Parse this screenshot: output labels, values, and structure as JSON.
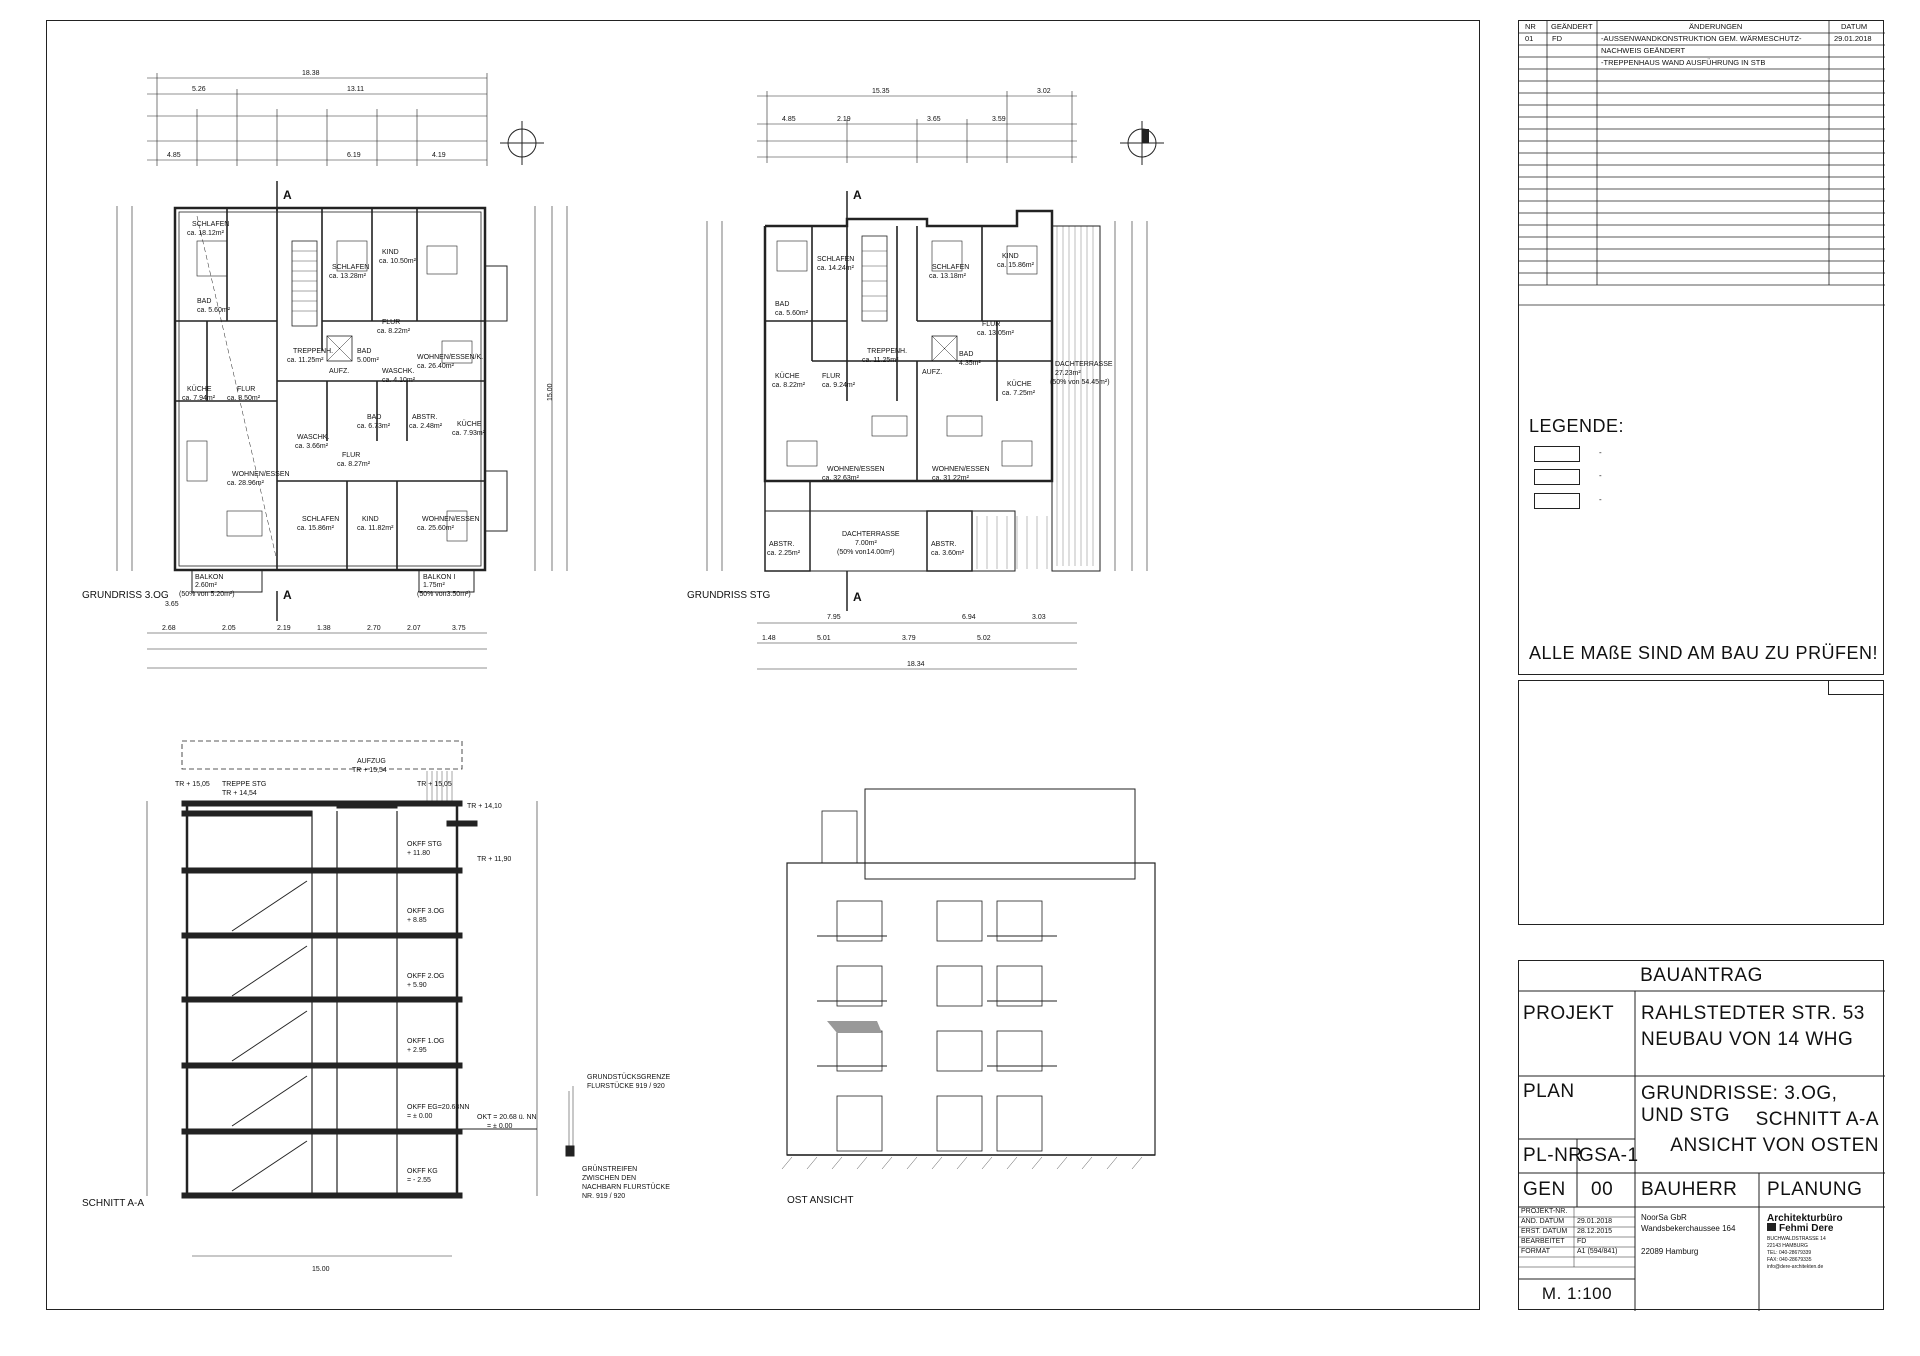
{
  "revisions": {
    "headers": [
      "NR",
      "GEÄNDERT",
      "ÄNDERUNGEN",
      "DATUM"
    ],
    "rows": [
      {
        "nr": "01",
        "by": "FD",
        "text": "-AUSSENWANDKONSTRUKTION GEM. WÄRMESCHUTZ-",
        "date": "29.01.2018"
      },
      {
        "nr": "",
        "by": "",
        "text": "NACHWEIS GEÄNDERT",
        "date": ""
      },
      {
        "nr": "",
        "by": "",
        "text": "-TREPPENHAUS WAND AUSFÜHRUNG IN STB",
        "date": ""
      }
    ]
  },
  "legend": {
    "title": "LEGENDE:",
    "items": [
      "-",
      "-",
      "-"
    ],
    "note": "ALLE MAßE SIND AM BAU ZU PRÜFEN!"
  },
  "titleblock": {
    "type": "BAUANTRAG",
    "projekt_label": "PROJEKT",
    "projekt_lines": [
      "RAHLSTEDTER STR. 53",
      "NEUBAU VON 14 WHG"
    ],
    "plan_label": "PLAN",
    "plan_lines": [
      "GRUNDRISSE: 3.OG, UND STG",
      "SCHNITT A-A",
      "ANSICHT VON OSTEN"
    ],
    "plnr_label": "PL-NR",
    "plnr": "GSA-1",
    "gen_label": "GEN",
    "gen": "00",
    "bauherr_label": "BAUHERR",
    "planung_label": "PLANUNG",
    "meta": [
      {
        "k": "PROJEKT-NR.",
        "v": ""
      },
      {
        "k": "AND. DATUM",
        "v": "29.01.2018"
      },
      {
        "k": "ERST. DATUM",
        "v": "28.12.2015"
      },
      {
        "k": "BEARBEITET",
        "v": "FD"
      },
      {
        "k": "FORMAT",
        "v": "A1 (594/841)"
      }
    ],
    "bauherr": [
      "NoorSa GbR",
      "Wandsbekerchaussee 164",
      "22089 Hamburg"
    ],
    "planung_logo": [
      "Architekturbüro",
      "Fehmi Dere"
    ],
    "planung_small": [
      "BUCHWALDSTRASSE 14",
      "22143 HAMBURG",
      "TEL: 040-28679339",
      "FAX: 040-28679335",
      "info@dere-architekten.de"
    ],
    "scale": "M. 1:100"
  },
  "drawings": {
    "plan_3og": {
      "title": "GRUNDRISS 3.OG",
      "section_mark": "A",
      "dims_top": [
        "18.38",
        "5.26",
        "13.11",
        "4.85",
        "6.19",
        "4.19"
      ],
      "dims_bottom": [
        "3.65",
        "2.68",
        "2.05",
        "2.19",
        "1.38",
        "2.70",
        "2.07",
        "3.75",
        "15.00"
      ],
      "rooms": [
        {
          "n": "SCHLAFEN",
          "a": "ca. 18.12m²"
        },
        {
          "n": "SCHLAFEN",
          "a": "ca. 13.28m²"
        },
        {
          "n": "KIND",
          "a": "ca. 10.50m²"
        },
        {
          "n": "BAD",
          "a": "ca. 5.60m²"
        },
        {
          "n": "FLUR",
          "a": "ca. 8.22m²"
        },
        {
          "n": "TREPPENH.",
          "a": "ca. 11.25m²"
        },
        {
          "n": "BAD",
          "a": "5.00m²"
        },
        {
          "n": "WOHNEN/ESSEN/K.",
          "a": "ca. 26.40m²"
        },
        {
          "n": "AUFZ.",
          "a": ""
        },
        {
          "n": "WASCHK.",
          "a": "ca. 4.10m²"
        },
        {
          "n": "KÜCHE",
          "a": "ca. 7.94m²"
        },
        {
          "n": "FLUR",
          "a": "ca. 8.50m²"
        },
        {
          "n": "BAD",
          "a": "ca. 6.73m²"
        },
        {
          "n": "ABSTR.",
          "a": "ca. 2.48m²"
        },
        {
          "n": "KÜCHE",
          "a": "ca. 7.93m²"
        },
        {
          "n": "WASCHK.",
          "a": "ca. 3.66m²"
        },
        {
          "n": "FLUR",
          "a": "ca. 8.27m²"
        },
        {
          "n": "WOHNEN/ESSEN",
          "a": "ca. 28.96m²"
        },
        {
          "n": "SCHLAFEN",
          "a": "ca. 15.86m²"
        },
        {
          "n": "KIND",
          "a": "ca. 11.82m²"
        },
        {
          "n": "WOHNEN/ESSEN",
          "a": "ca. 25.60m²"
        },
        {
          "n": "BALKON",
          "a": "2.60m²"
        },
        {
          "n": "BALKON I",
          "a": "1.75m²"
        }
      ],
      "balkon_notes": [
        "(50% von 5.20m²)",
        "(50% von3.50m²)"
      ]
    },
    "plan_stg": {
      "title": "GRUNDRISS STG",
      "section_mark": "A",
      "dims_top": [
        "15.35",
        "3.02",
        "4.85",
        "2.19",
        "3.65",
        "3.59"
      ],
      "dims_bottom": [
        "7.95",
        "6.94",
        "3.03",
        "1.48",
        "5.01",
        "3.79",
        "5.02",
        "18.34"
      ],
      "rooms": [
        {
          "n": "SCHLAFEN",
          "a": "ca. 14.24m²"
        },
        {
          "n": "SCHLAFEN",
          "a": "ca. 13.18m²"
        },
        {
          "n": "KIND",
          "a": "ca. 15.86m²"
        },
        {
          "n": "BAD",
          "a": "ca. 5.60m²"
        },
        {
          "n": "FLUR",
          "a": "ca. 13.05m²"
        },
        {
          "n": "TREPPENH.",
          "a": "ca. 11.25m²"
        },
        {
          "n": "KÜCHE",
          "a": "ca. 8.22m²"
        },
        {
          "n": "FLUR",
          "a": "ca. 9.24m²"
        },
        {
          "n": "AUFZ.",
          "a": ""
        },
        {
          "n": "BAD",
          "a": "4.35m²"
        },
        {
          "n": "KÜCHE",
          "a": "ca. 7.25m²"
        },
        {
          "n": "WOHNEN/ESSEN",
          "a": "ca. 32.63m²"
        },
        {
          "n": "WOHNEN/ESSEN",
          "a": "ca. 31.22m²"
        },
        {
          "n": "ABSTR.",
          "a": "ca. 2.25m²"
        },
        {
          "n": "ABSTR.",
          "a": "ca. 3.60m²"
        }
      ],
      "terraces": [
        {
          "n": "DACHTERRASSE",
          "a": "27.23m²",
          "note": "(50% von 54.45m²)"
        },
        {
          "n": "DACHTERRASSE",
          "a": "7.00m²",
          "note": "(50% von14.00m²)"
        }
      ]
    },
    "section": {
      "title": "SCHNITT A-A",
      "tops": [
        "TR + 15,05",
        "TREPPE STG",
        "TR + 14,54",
        "AUFZUG",
        "TR + 15,54",
        "TR + 15,05",
        "TR + 14,10",
        "TR + 11,90"
      ],
      "levels": [
        {
          "n": "OKFF STG",
          "v": "+ 11.80"
        },
        {
          "n": "OKFF 3.OG",
          "v": "+ 8.85"
        },
        {
          "n": "OKFF 2.OG",
          "v": "+ 5.90"
        },
        {
          "n": "OKFF 1.OG",
          "v": "+ 2.95"
        },
        {
          "n": "OKFF EG=20.68NN",
          "v": "= ± 0.00"
        },
        {
          "n": "OKFF KG",
          "v": "= - 2.55"
        }
      ],
      "okt": [
        "OKT = 20.68 ü. NN",
        "= ± 0.00"
      ],
      "grenze": [
        "GRUNDSTÜCKSGRENZE",
        "FLURSTÜCKE 919 / 920"
      ],
      "streifen": [
        "GRÜNSTREIFEN",
        "ZWISCHEN DEN",
        "NACHBARN FLURSTÜCKE",
        "NR. 919 / 920"
      ],
      "width": "15.00"
    },
    "elevation": {
      "title": "OST ANSICHT"
    }
  }
}
